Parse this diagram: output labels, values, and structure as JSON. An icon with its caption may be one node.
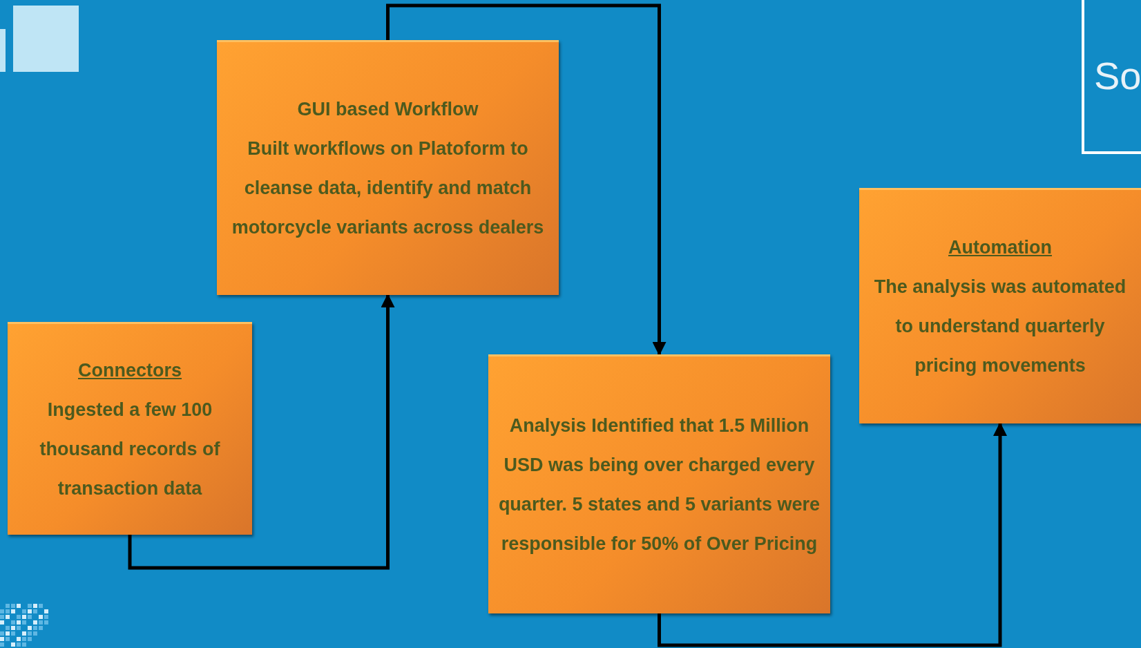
{
  "diagram": {
    "nodes": [
      {
        "text": [
          "GUI based Workflow",
          "Built workflows on Platoform to cleanse data, identify and match motorcycle variants across dealers"
        ]
      },
      {
        "text": [
          "Connectors",
          "Ingested a few 100 thousand records of transaction data"
        ]
      },
      {
        "text": [
          "Analysis Identified that 1.5 Million USD was being over charged every quarter. 5 states and 5 variants were responsible for 50% of Over Pricing"
        ]
      },
      {
        "text": [
          "Automation",
          "The analysis was automated to understand quarterly pricing movements"
        ]
      },
      {
        "text": [
          "So"
        ]
      }
    ],
    "edges": [
      {
        "from": 1,
        "to": 0,
        "arrow": "to"
      },
      {
        "from": 0,
        "to": 2,
        "arrow": "to"
      },
      {
        "from": 2,
        "to": 3,
        "arrow": "to"
      }
    ]
  }
}
